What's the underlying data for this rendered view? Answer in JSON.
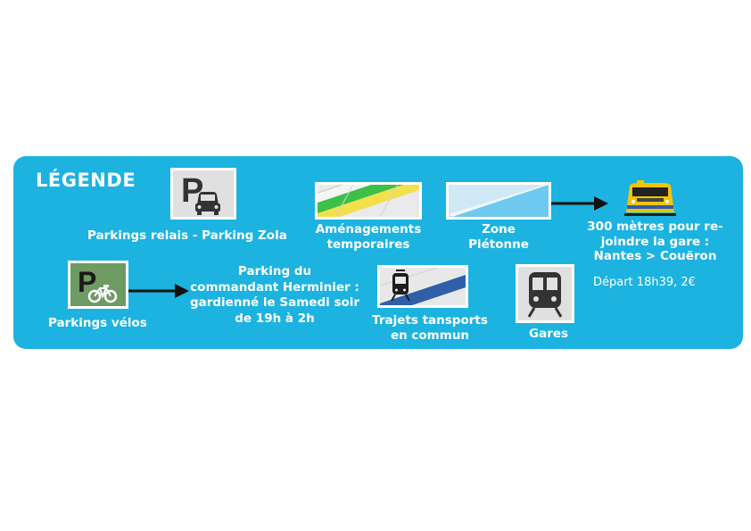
{
  "legend": {
    "title": "LÉGENDE",
    "items": {
      "parking_relais": "Parkings relais - Parking Zola",
      "amenagements_l1": "Aménagements",
      "amenagements_l2": "temporaires",
      "zone_l1": "Zone",
      "zone_l2": "Piétonne",
      "train_l1": "300 mètres pour re-",
      "train_l2": "joindre la gare :",
      "train_l3": "Nantes > Couëron",
      "train_depart": "Départ 18h39, 2€",
      "velos": "Parkings vélos",
      "herminier_l1": "Parking du",
      "herminier_l2": "commandant Herminier :",
      "herminier_l3": "gardienné le Samedi soir",
      "herminier_l4": "de 19h à 2h",
      "trajets_l1": "Trajets tansports",
      "trajets_l2": "en commun",
      "gares": "Gares"
    }
  },
  "colors": {
    "panel": "#1cb3e0",
    "green_tile": "#6e9a64",
    "tram_line": "#2f5fa8",
    "path_green": "#3cc04a",
    "path_yellow": "#f3e04a",
    "zone_blue": "#6fc8ef"
  },
  "icons": [
    "parking-car-icon",
    "map-temporary-tile-icon",
    "pedestrian-zone-tile-icon",
    "train-icon",
    "bike-parking-icon",
    "tram-route-tile-icon",
    "station-icon"
  ]
}
